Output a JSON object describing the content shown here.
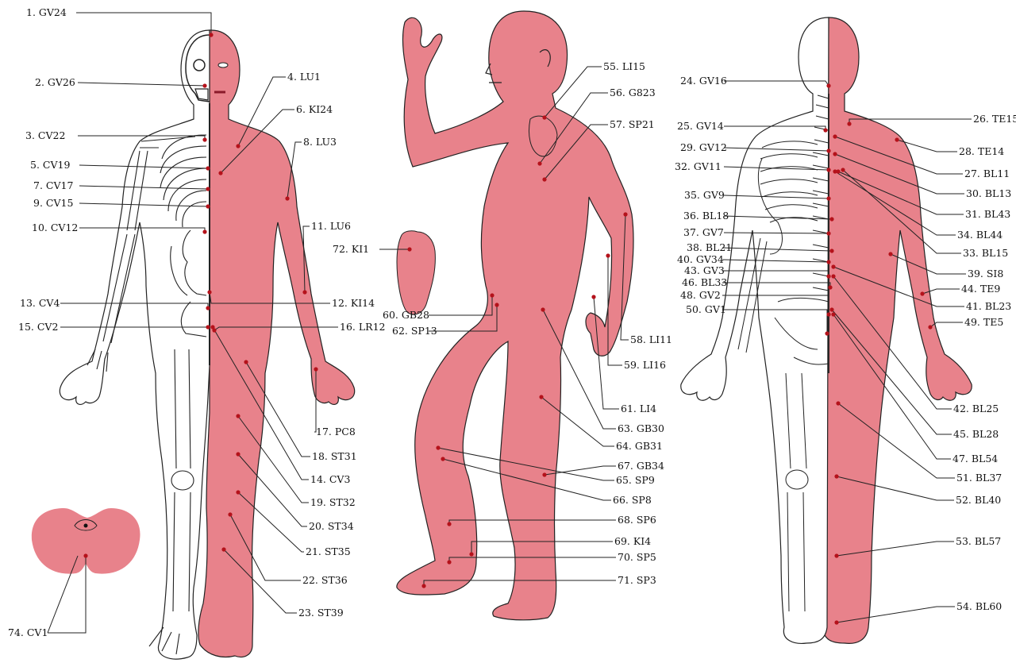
{
  "colors": {
    "skin": "#e8828b",
    "skin_dark": "#d96670",
    "point": "#b5121b",
    "line": "#222222",
    "bone": "#ffffff",
    "bone_stroke": "#222222"
  },
  "figures": [
    "front-view",
    "side-view",
    "back-view"
  ],
  "points": [
    {
      "id": "p1",
      "label": "1. GV24"
    },
    {
      "id": "p2",
      "label": "2. GV26"
    },
    {
      "id": "p3",
      "label": "3. CV22"
    },
    {
      "id": "p4",
      "label": "4. LU1"
    },
    {
      "id": "p5",
      "label": "5. CV19"
    },
    {
      "id": "p6",
      "label": "6. KI24"
    },
    {
      "id": "p7",
      "label": "7. CV17"
    },
    {
      "id": "p8",
      "label": "8. LU3"
    },
    {
      "id": "p9",
      "label": "9. CV15"
    },
    {
      "id": "p10",
      "label": "10. CV12"
    },
    {
      "id": "p11",
      "label": "11. LU6"
    },
    {
      "id": "p12",
      "label": "12. KI14"
    },
    {
      "id": "p13",
      "label": "13. CV4"
    },
    {
      "id": "p14",
      "label": "14. CV3"
    },
    {
      "id": "p15",
      "label": "15. CV2"
    },
    {
      "id": "p16",
      "label": "16. LR12"
    },
    {
      "id": "p17",
      "label": "17. PC8"
    },
    {
      "id": "p18",
      "label": "18. ST31"
    },
    {
      "id": "p19",
      "label": "19. ST32"
    },
    {
      "id": "p20",
      "label": "20. ST34"
    },
    {
      "id": "p21",
      "label": "21. ST35"
    },
    {
      "id": "p22",
      "label": "22. ST36"
    },
    {
      "id": "p23",
      "label": "23. ST39"
    },
    {
      "id": "p24",
      "label": "24. GV16"
    },
    {
      "id": "p25",
      "label": "25. GV14"
    },
    {
      "id": "p26",
      "label": "26. TE15"
    },
    {
      "id": "p27",
      "label": "27. BL11"
    },
    {
      "id": "p28",
      "label": "28. TE14"
    },
    {
      "id": "p29",
      "label": "29. GV12"
    },
    {
      "id": "p30",
      "label": "30. BL13"
    },
    {
      "id": "p31",
      "label": "31. BL43"
    },
    {
      "id": "p32",
      "label": "32. GV11"
    },
    {
      "id": "p33",
      "label": "33. BL15"
    },
    {
      "id": "p34",
      "label": "34. BL44"
    },
    {
      "id": "p35",
      "label": "35. GV9"
    },
    {
      "id": "p36",
      "label": "36. BL18"
    },
    {
      "id": "p37",
      "label": "37. GV7"
    },
    {
      "id": "p38",
      "label": "38. BL21"
    },
    {
      "id": "p39",
      "label": "39. SI8"
    },
    {
      "id": "p40",
      "label": "40. GV34"
    },
    {
      "id": "p41",
      "label": "41. BL23"
    },
    {
      "id": "p42",
      "label": "42. BL25"
    },
    {
      "id": "p43",
      "label": "43. GV3"
    },
    {
      "id": "p44",
      "label": "44. TE9"
    },
    {
      "id": "p45",
      "label": "45. BL28"
    },
    {
      "id": "p46",
      "label": "46. BL33"
    },
    {
      "id": "p47",
      "label": "47. BL54"
    },
    {
      "id": "p48",
      "label": "48. GV2"
    },
    {
      "id": "p49",
      "label": "49. TE5"
    },
    {
      "id": "p50",
      "label": "50. GV1"
    },
    {
      "id": "p51",
      "label": "51. BL37"
    },
    {
      "id": "p52",
      "label": "52. BL40"
    },
    {
      "id": "p53",
      "label": "53. BL57"
    },
    {
      "id": "p54",
      "label": "54. BL60"
    },
    {
      "id": "p55",
      "label": "55. LI15"
    },
    {
      "id": "p56",
      "label": "56. G823"
    },
    {
      "id": "p57",
      "label": "57. SP21"
    },
    {
      "id": "p58",
      "label": "58. LI11"
    },
    {
      "id": "p59",
      "label": "59. LI16"
    },
    {
      "id": "p60",
      "label": "60. GB28"
    },
    {
      "id": "p61",
      "label": "61. LI4"
    },
    {
      "id": "p62",
      "label": "62. SP13"
    },
    {
      "id": "p63",
      "label": "63. GB30"
    },
    {
      "id": "p64",
      "label": "64. GB31"
    },
    {
      "id": "p65",
      "label": "65. SP9"
    },
    {
      "id": "p66",
      "label": "66. SP8"
    },
    {
      "id": "p67",
      "label": "67. GB34"
    },
    {
      "id": "p68",
      "label": "68. SP6"
    },
    {
      "id": "p69",
      "label": "69. KI4"
    },
    {
      "id": "p70",
      "label": "70. SP5"
    },
    {
      "id": "p71",
      "label": "71. SP3"
    },
    {
      "id": "p72",
      "label": "72. KI1"
    },
    {
      "id": "p74",
      "label": "74. CV1"
    }
  ]
}
